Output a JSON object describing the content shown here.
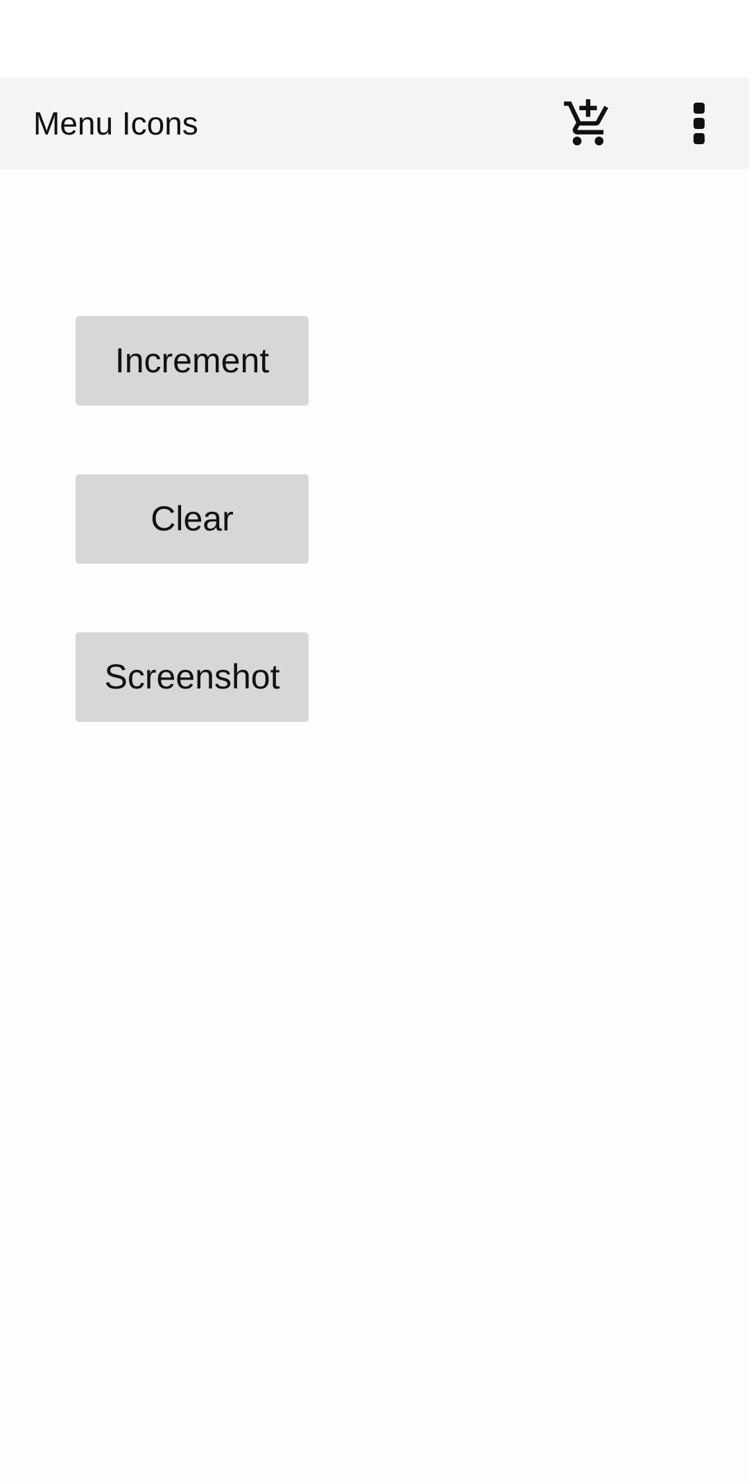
{
  "app_bar": {
    "title": "Menu Icons",
    "actions": [
      {
        "icon": "add-shopping-cart-icon"
      },
      {
        "icon": "more-vert-icon"
      }
    ]
  },
  "buttons": {
    "increment": "Increment",
    "clear": "Clear",
    "screenshot": "Screenshot"
  },
  "colors": {
    "app_bar_bg": "#f4f4f4",
    "button_bg": "#d6d7d7",
    "text": "#111111"
  }
}
